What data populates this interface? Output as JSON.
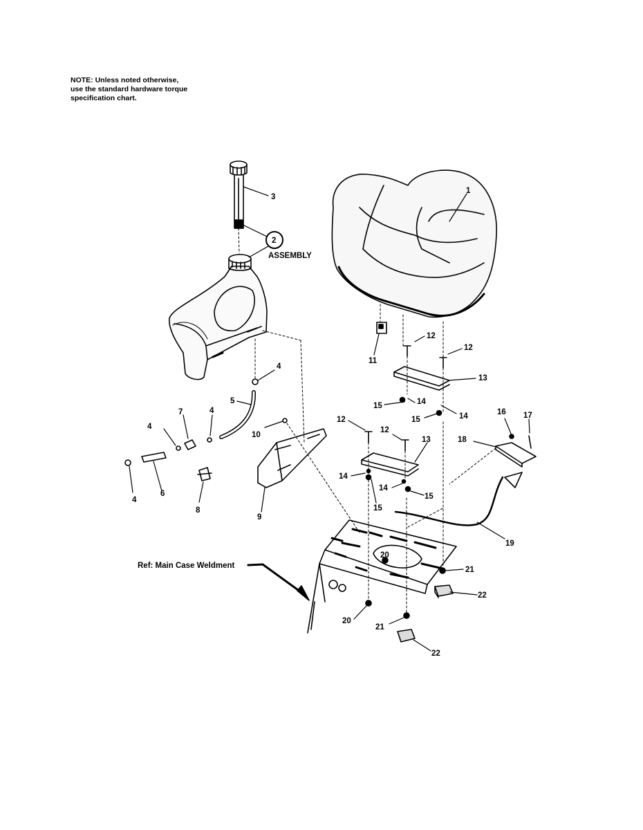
{
  "note": {
    "line1": "NOTE: Unless noted otherwise,",
    "line2": "use the standard hardware torque",
    "line3": "specification chart."
  },
  "labels": {
    "seat": "1",
    "assembly_num": "2",
    "assembly_text": "ASSEMBLY",
    "gauge": "3",
    "clamp": "4",
    "fuel_line": "5",
    "hose": "6",
    "filter": "7",
    "shutoff": "8",
    "bracket": "9",
    "bracket_screw": "10",
    "switch": "11",
    "bolt": "12",
    "slide": "13",
    "washer": "14",
    "nut": "15",
    "screw16": "16",
    "screw17": "17",
    "lever_bracket": "18",
    "cable": "19",
    "nut20": "20",
    "washer21": "21",
    "knob": "22",
    "ref": "Ref: Main Case Weldment"
  }
}
